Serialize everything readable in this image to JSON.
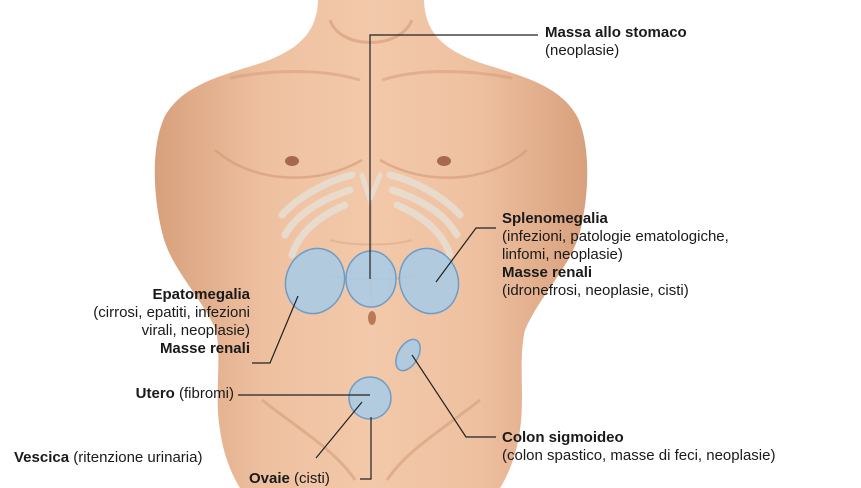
{
  "labels": {
    "stomach": {
      "name": "Massa allo stomaco",
      "detail": "(neoplasie)"
    },
    "spleen": {
      "name": "Splenomegalia",
      "detail_line1": "(infezioni, patologie ematologiche,",
      "detail_line2": "linfomi, neoplasie)"
    },
    "kidney_left": {
      "name": "Masse renali",
      "detail": "(idronefrosi, neoplasie, cisti)"
    },
    "liver": {
      "name": "Epatomegalia",
      "detail_line1": "(cirrosi, epatiti, infezioni",
      "detail_line2": "virali, neoplasie)"
    },
    "kidney_right": {
      "name": "Masse renali"
    },
    "uterus": {
      "name": "Utero",
      "detail": "(fibromi)"
    },
    "bladder": {
      "name": "Vescica",
      "detail": "(ritenzione urinaria)"
    },
    "ovaries": {
      "name": "Ovaie",
      "detail": "(cisti)"
    },
    "colon": {
      "name": "Colon sigmoideo",
      "detail": "(colon spastico, masse di feci, neoplasie)"
    }
  },
  "colors": {
    "skin": "#e9b896",
    "skin_shadow": "#d49a76",
    "organ_fill": "#a9cbe6",
    "organ_stroke": "#6f9cc4",
    "leader": "#222222"
  }
}
